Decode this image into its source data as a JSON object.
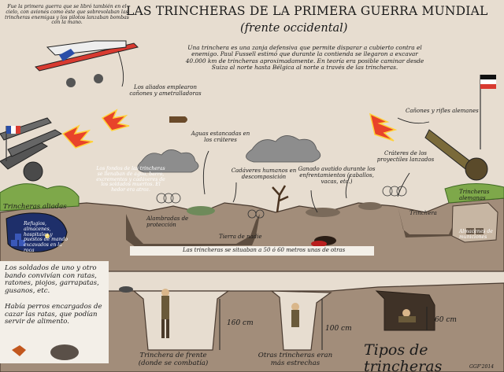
{
  "header": {
    "title": "LAS TRINCHERAS DE LA PRIMERA GUERRA MUNDIAL",
    "subtitle": "(frente occidental)",
    "intro": "Una trinchera es una zanja defensiva que permite disparar a cubierto contra el enemigo. Paul Fussell estimó que durante la contienda se llegaron a excavar 40.000 km de trincheras aproximadamente. En teoría era posible caminar desde Suiza al norte hasta Bélgica al norte a través de las trincheras."
  },
  "labels": {
    "airplanes": "Fue la primera guerra que se libró también en el cielo, con aviones como éste que sobrevolaban las trincheras enemigas y los pilotos lanzaban bombas con la mano.",
    "allies_guns": "Los aliados emplearon cañones y ametralladoras",
    "german_guns": "Cañones y rifles alemanes",
    "stagnant_water": "Aguas estancadas en los cráteres",
    "corpses": "Cadáveres humanos en descomposición",
    "livestock": "Ganado avatido durante los enfrentamientos (caballos, vacas, etc.)",
    "craters": "Cráteres de los proyectiles lanzados",
    "trench_floor": "Los fondos de las trincheras se llenaban de agua, barro, excrementos y cadáveres de los soldados muertos. El hedor era atroz.",
    "barbed_wire": "Alambradas de protección",
    "no_mans_land": "Tierra de nadie",
    "allied_trenches": "Trincheras aliadas",
    "shelters": "Refugios, almacenes, hospitales y puestos de mando excavados en la roca",
    "trench": "Trinchera",
    "german_trenches": "Trincheras alemanas",
    "munitions": "Almacenes de municiones",
    "distance": "Las trincheras se situaban a 50 ó 60 metros unas de otras",
    "rats_1": "Los soldados de uno y otro bando convivían con ratas, ratones, piojos, garrapatas, gusanos, etc.",
    "rats_2": "Había perros encargados de cazar las ratas, que podían servir de alimento.",
    "front_trench": "Trinchera de frente (donde se combatía)",
    "narrow_trench": "Otras trincheras eran más estrechas",
    "height_160": "160 cm",
    "height_100": "100 cm",
    "height_60": "60 cm",
    "types": "Tipos de trincheras",
    "signature": "GGF'2014"
  },
  "colors": {
    "sky": "#e7ddd0",
    "earth": "#a28d7a",
    "dirt_dark": "#5e4e40",
    "trench_brown": "#8c7663",
    "grass": "#7ea84a",
    "fire": "#e8432a",
    "cloud": "#8d8d8d",
    "french_blue": "#2a4ea8",
    "french_red": "#d83a30"
  }
}
